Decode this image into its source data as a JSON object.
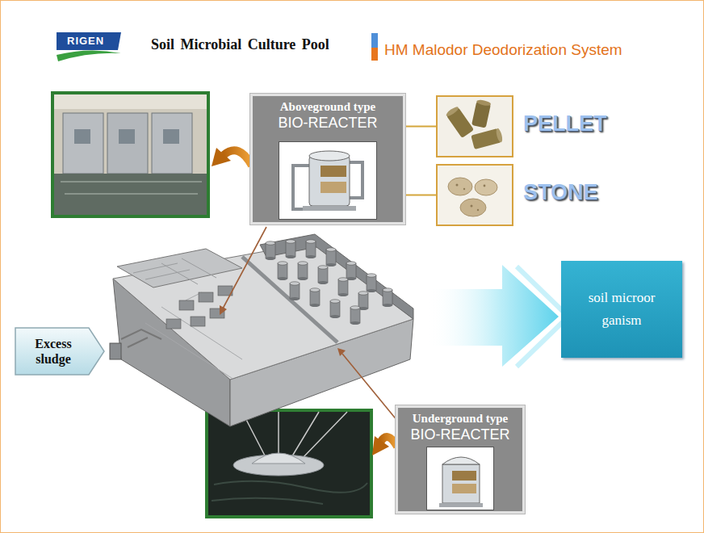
{
  "diagram": {
    "title": "Soil Microbial Culture Pool",
    "nodes": [
      {
        "text": [
          "Aboveground type",
          "BIO-REACTER"
        ]
      },
      {
        "text": [
          "PELLET"
        ]
      },
      {
        "text": [
          "STONE"
        ]
      },
      {
        "text": [
          "Excess sludge"
        ]
      },
      {
        "text": [
          "soil microor ganism"
        ]
      },
      {
        "text": [
          "Underground type",
          "BIO-REACTER"
        ]
      }
    ],
    "edges": [
      {
        "from": 0,
        "to": 1,
        "arrow": "none"
      },
      {
        "from": 0,
        "to": 2,
        "arrow": "none"
      }
    ],
    "labels": [
      "RIGEN",
      "HM Malodor Deodorization System"
    ]
  }
}
